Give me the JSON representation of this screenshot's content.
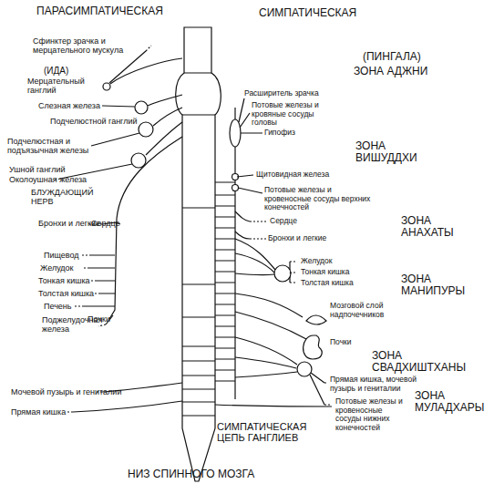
{
  "diagram": {
    "labels": [
      "ПАРАСИМПАТИЧЕСКАЯ",
      "СИМПАТИЧЕСКАЯ",
      "Сфинктер зрачка и мерцательного мускула",
      "(ИДА)",
      "Мерцательный ганглий",
      "Слезная железа",
      "Подчелюстной ганглий",
      "Подчелюстная и подъязычная железы",
      "Ушной ганглий",
      "Околоушная железа",
      "БЛУЖДАЮЩИЙ НЕРВ",
      "Бронхи и легкие",
      "Сердце",
      "Пищевод",
      "Желудок",
      "Тонкая кишка",
      "Толстая кишка",
      "Печень",
      "Поджелудочная железа",
      "Почки",
      "Мочевой пузырь и гениталии",
      "Прямая кишка",
      "(ПИНГАЛА)",
      "ЗОНА АДЖНИ",
      "Расширитель зрачка",
      "Потовые железы и кровяные сосуды головы",
      "Гипофиз",
      "ЗОНА ВИШУДДХИ",
      "Щитовидная железа",
      "Потовые железы и кровеносные сосуды верхних конечностей",
      "Сердце",
      "Бронхи и легкие",
      "ЗОНА АНАХАТЫ",
      "Желудок",
      "Тонкая кишка",
      "Толстая кишка",
      "ЗОНА МАНИПУРЫ",
      "Мозговой слой надпочечников",
      "Почки",
      "ЗОНА СВАДХИШТХАНЫ",
      "Прямая кишка, мочевой пузырь и гениталии",
      "Потовые железы и кровеносные сосуды нижних конечностей",
      "ЗОНА МУЛАДХАРЫ",
      "СИМПАТИЧЕСКАЯ ЦЕПЬ ГАНГЛИЕВ",
      "НИЗ СПИННОГО МОЗГА"
    ]
  }
}
